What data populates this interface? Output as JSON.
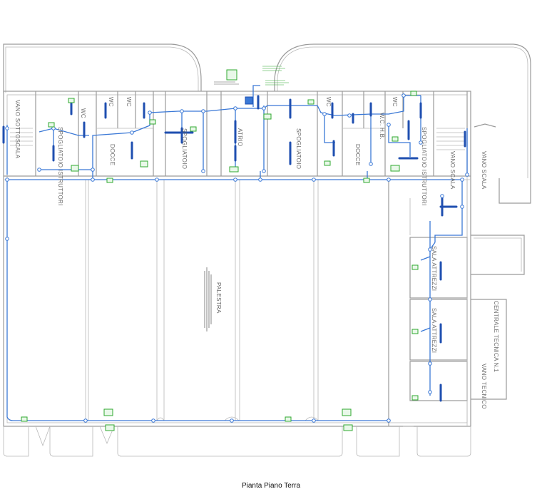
{
  "title": "Pianta Piano Terra",
  "rooms": {
    "vano_sottoscala": "VANO SOTTOSCALA",
    "wc_1": "WC",
    "wc_2": "WC",
    "wc_3": "WC",
    "spogliatoio_istruttori_left": "SPOGLIATOIO ISTRUTTORI",
    "docce_left": "DOCCE",
    "spogliatoio_left": "SPOGLIATOIO",
    "atrio": "ATRIO",
    "spogliatoio_right": "SPOGLIATOIO",
    "wc_4": "WC",
    "docce_right": "DOCCE",
    "wc_5": "WC",
    "wc_hb": "W.C. H.B.",
    "spogliatoio_istruttori_right": "SPOGLIATOIO ISTRUTTORI",
    "vano_scala_1": "VANO SCALA",
    "vano_scala_2": "VANO SCALA",
    "palestra": "PALESTRA",
    "sala_attrezzi_1": "SALA ATTREZZI",
    "sala_attrezzi_2": "SALA ATTREZZI",
    "centrale_tecnica": "CENTRALE TECNICA N.1",
    "vano_tecnico": "VANO TECNICO"
  },
  "colors": {
    "wiring": "#3a78d6",
    "luminaire": "#1f4fb0",
    "emergency_switch": "#2fa82f",
    "walls": "#9a9a9a"
  }
}
